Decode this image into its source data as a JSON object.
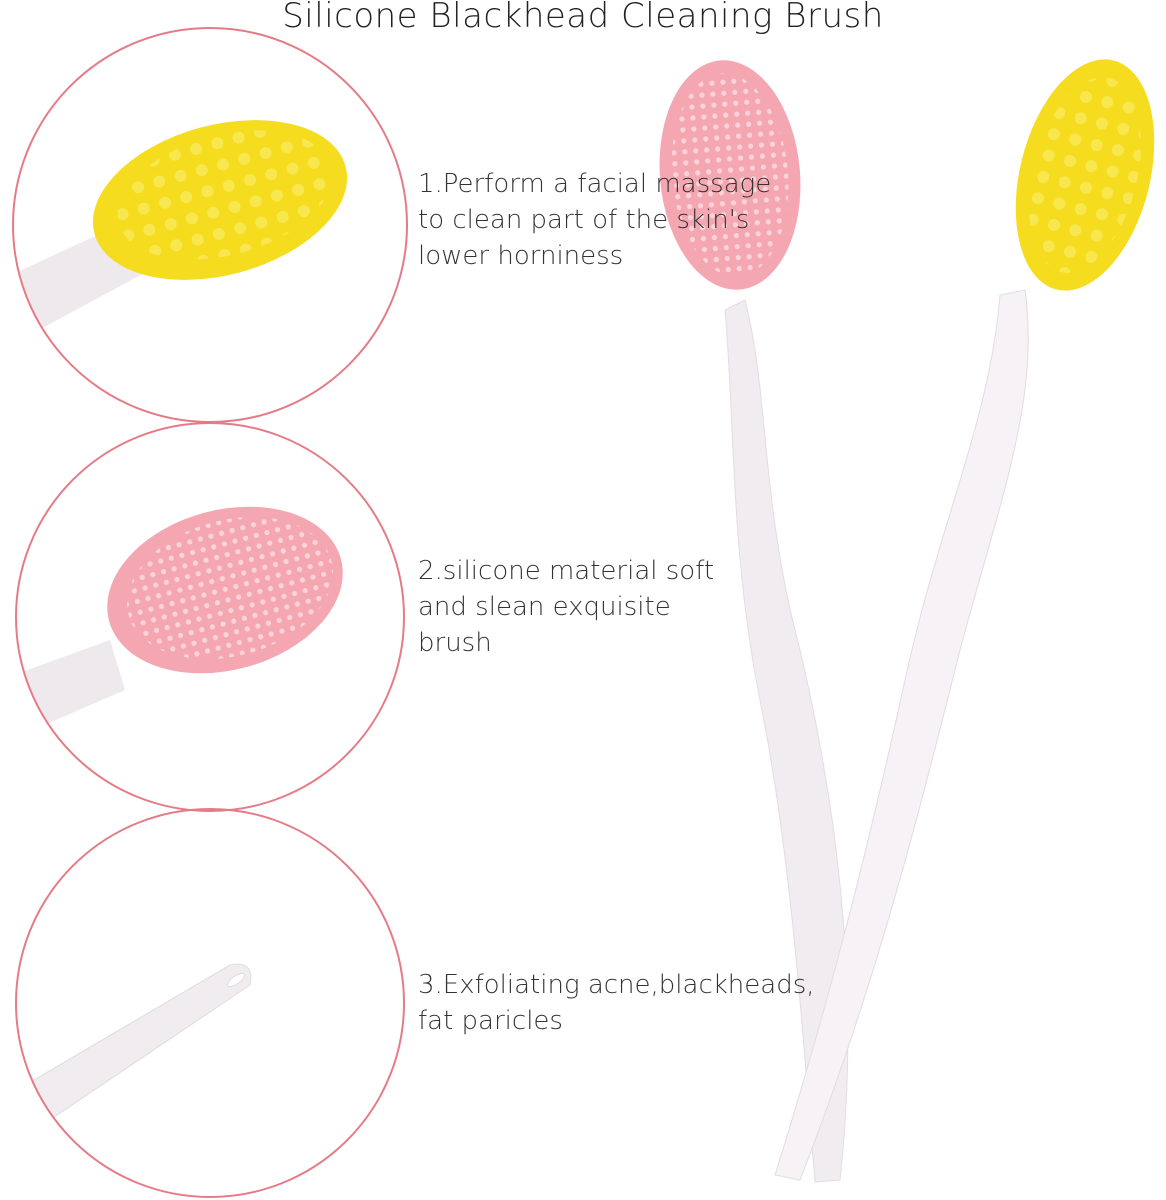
{
  "title": "Silicone Blackhead Cleaning Brush",
  "features": [
    "1.Perform a facial massage\nto clean part of the skin's\nlower horniness",
    "2.silicone material soft\nand slean exquisite\nbrush",
    "3.Exfoliating acne,blackheads,\nfat paricles"
  ],
  "colors": {
    "circle": "#e57b87",
    "pink": "#f4a7b1",
    "yellow": "#f5dc1e",
    "handle": "#f3eff2"
  }
}
